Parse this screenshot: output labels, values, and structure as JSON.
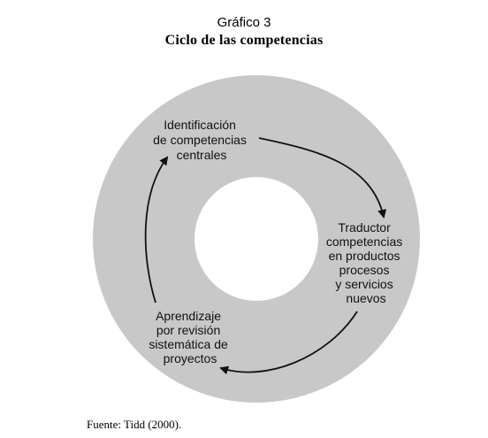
{
  "figure": {
    "number": "Gráfico 3",
    "title": "Ciclo de las competencias"
  },
  "diagram": {
    "type": "cycle",
    "ring_color": "#c8c8c8",
    "center_color": "#ffffff",
    "arrow_color": "#111111",
    "stages": [
      {
        "lines": [
          "Identificación",
          "de competencias",
          "centrales"
        ]
      },
      {
        "lines": [
          "Traductor",
          "competencias",
          "en productos",
          "procesos",
          "y servicios",
          "nuevos"
        ]
      },
      {
        "lines": [
          "Aprendizaje",
          "por revisión",
          "sistemática de",
          "proyectos"
        ]
      }
    ]
  },
  "source": "Fuente: Tidd (2000)."
}
